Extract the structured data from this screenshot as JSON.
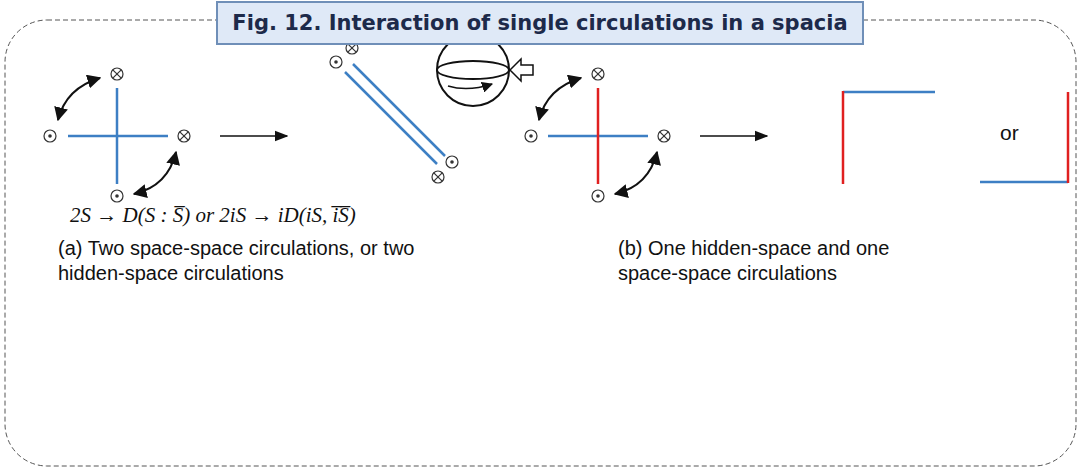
{
  "diagram": {
    "title": "Fig. 12. Interaction of single circulations in a spacia",
    "labels": [
      "2S → D(S : S̅)   or   2iS → iD(iS, i̅S̅)",
      "(a) Two space-space circulations, or two hidden-space circulations",
      "(b) One hidden-space and one space-space circulations",
      "or"
    ]
  }
}
